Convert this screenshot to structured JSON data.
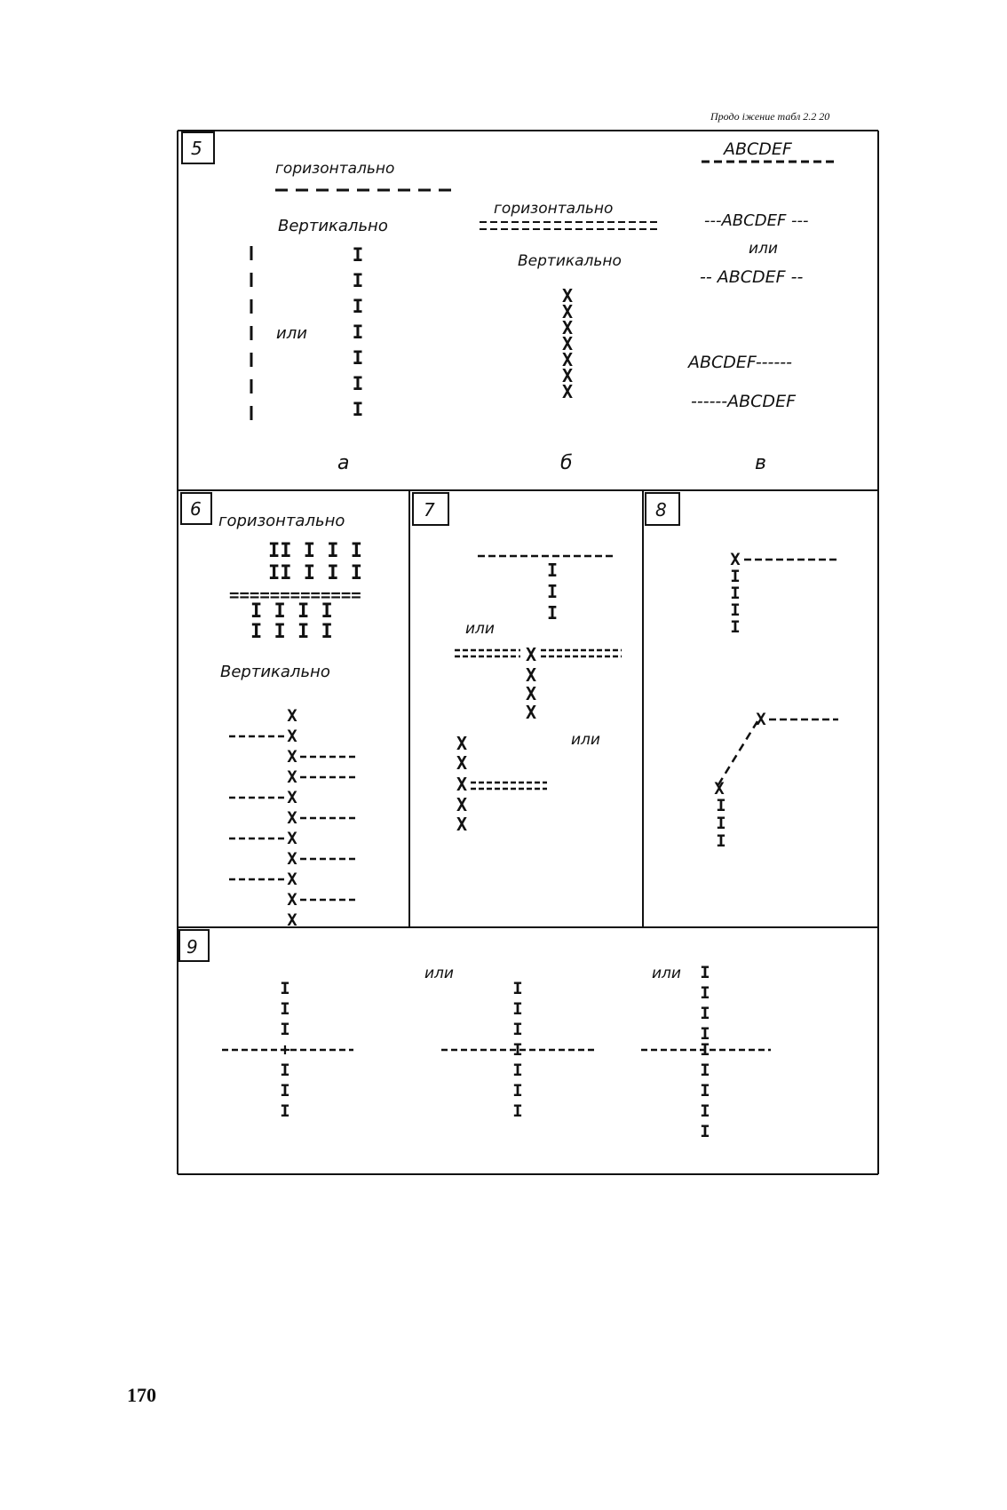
{
  "header": {
    "continuation": "Продо іжение табл 2.2 20"
  },
  "page_number": "170",
  "sections": {
    "s5": {
      "number": "5",
      "a": {
        "horizontal": "горизонтально",
        "vertical": "Вертикально",
        "or": "или",
        "label": "а"
      },
      "b": {
        "horizontal": "горизонтально",
        "vertical": "Вертикально",
        "label": "б"
      },
      "c": {
        "line1": "ABCDEF",
        "line2": "---ABCDEF ---",
        "or": "или",
        "line3": "-- ABCDEF  --",
        "line4": "ABCDEF------",
        "line5": "------ABCDEF",
        "label": "в"
      }
    },
    "s6": {
      "number": "6",
      "horizontal": "горизонтально",
      "vertical": "Вертикально",
      "row1": "II I I I",
      "row2": "II I I I",
      "eq": "=============",
      "row3": "I  I I I",
      "row4": "I  I I I"
    },
    "s7": {
      "number": "7",
      "or1": "или",
      "or2": "или"
    },
    "s8": {
      "number": "8"
    },
    "s9": {
      "number": "9",
      "or1": "или",
      "or2": "или"
    }
  }
}
